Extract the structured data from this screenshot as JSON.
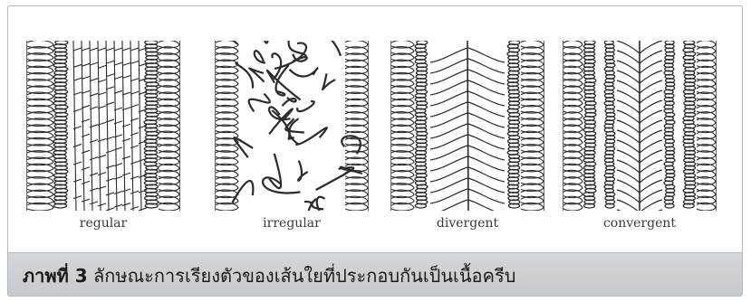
{
  "figure": {
    "panels": [
      {
        "id": "regular",
        "label": "regular"
      },
      {
        "id": "irregular",
        "label": "irregular"
      },
      {
        "id": "divergent",
        "label": "divergent"
      },
      {
        "id": "convergent",
        "label": "convergent"
      }
    ],
    "caption_label": "ภาพที่ 3",
    "caption_text": "ลักษณะการเรียงตัวของเส้นใยที่ประกอบกันเป็นเนื้อครีบ"
  },
  "colors": {
    "ink": "#2b2b2b",
    "caption_bar": "#cfd2d5"
  }
}
